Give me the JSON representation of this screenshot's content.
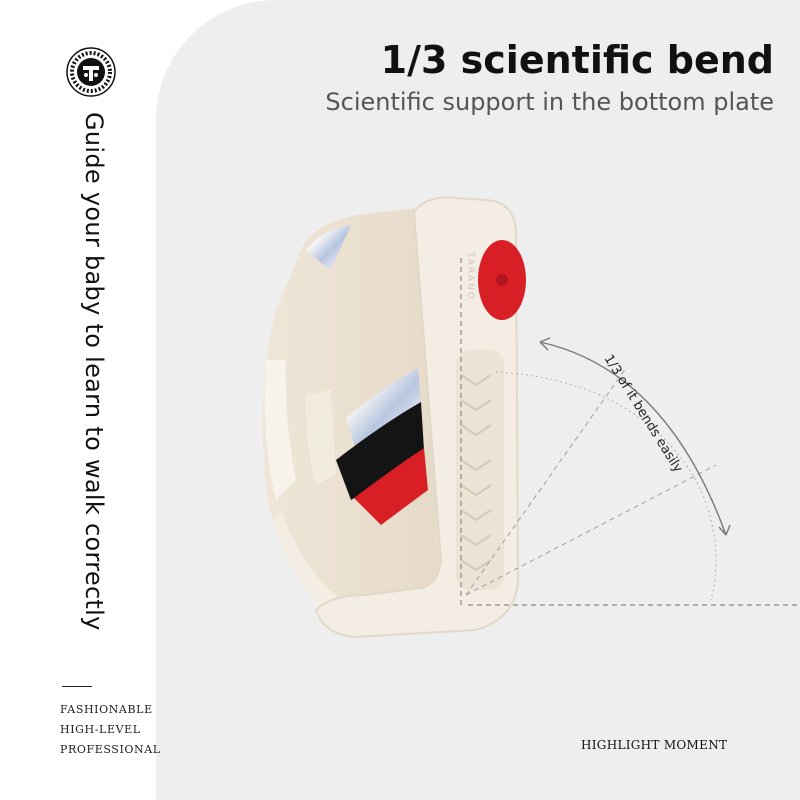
{
  "header": {
    "title": "1/3 scientific bend",
    "subtitle": "Scientific support in the bottom plate"
  },
  "sidebar": {
    "slogan": "Guide your baby to learn to walk correctly",
    "tags": [
      "FASHIONABLE",
      "HIGH-LEVEL",
      "PROFESSIONAL"
    ]
  },
  "photo": {
    "bend_label": "1/3 of it bends easily",
    "brand_mark": "TARANO"
  },
  "footer": {
    "label": "HIGHLIGHT MOMENT"
  },
  "colors": {
    "panel": "#eeeeee",
    "accent_red": "#d81f26",
    "sole": "#f3ede4",
    "text_dark": "#111111",
    "text_grey": "#555555"
  }
}
